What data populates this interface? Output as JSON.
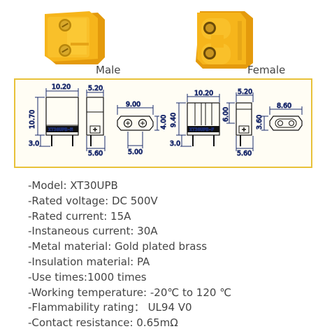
{
  "labels": {
    "male": "Male",
    "female": "Female"
  },
  "drawing": {
    "male": {
      "front_width": "10.20",
      "height": "10.70",
      "pin_offset": "3.0",
      "body_marking": "XT30UPB-M",
      "side_width": "5.20",
      "side_base": "5.60",
      "face_width": "9.00",
      "face_height": "4.00",
      "face_pitch": "5.00"
    },
    "female": {
      "front_width": "10.20",
      "height": "9.40",
      "pin_offset": "3.0",
      "body_marking": "XT30UPB-F",
      "side_width": "5.20",
      "side_height": "6.00",
      "side_base": "5.60",
      "face_width": "8.60",
      "face_height": "3.60"
    }
  },
  "specs": [
    "-Model: XT30UPB",
    "-Rated voltage: DC 500V",
    "-Rated current: 15A",
    "-Instaneous current: 30A",
    "-Metal material: Gold plated brass",
    "-Insulation material: PA",
    "-Use times:1000 times",
    "-Working temperature: -20℃ to 120 ℃",
    "-Flammability rating： UL94 V0",
    "-Contact resistance: 0.65mΩ"
  ],
  "colors": {
    "connector_yellow": "#f4b11a",
    "panel_border": "#e8c23a",
    "dimension_blue": "#2a3e8f"
  }
}
